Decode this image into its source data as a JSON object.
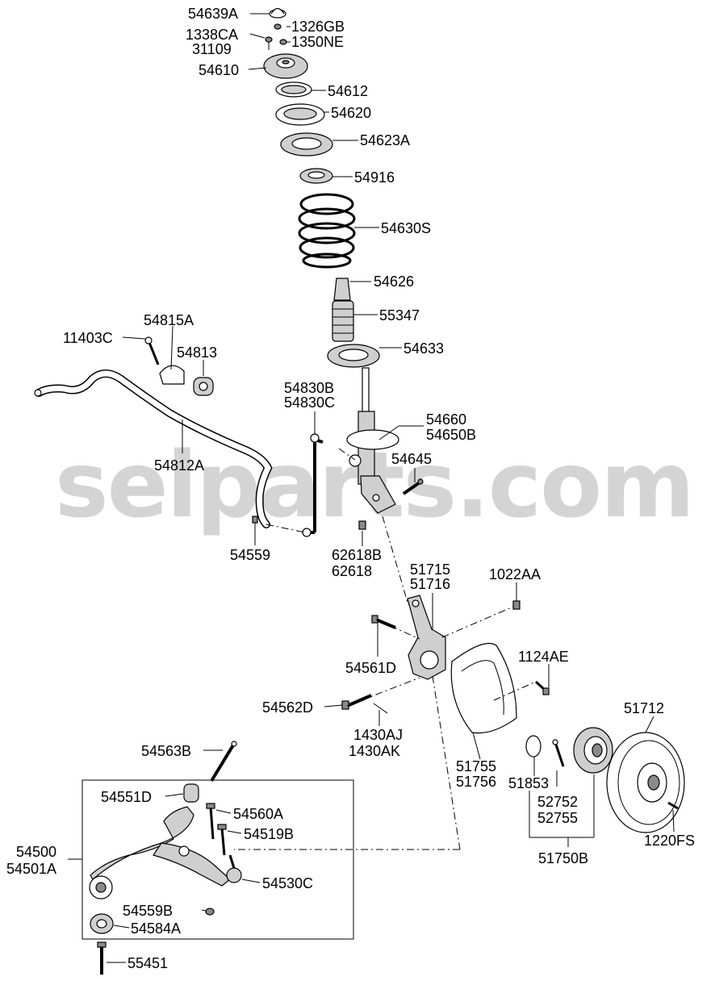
{
  "watermark": "selparts.com",
  "labels": {
    "l54639A": "54639A",
    "l1326GB": "1326GB",
    "l1338CA": "1338CA",
    "l31109": "31109",
    "l1350NE": "1350NE",
    "l54610": "54610",
    "l54612": "54612",
    "l54620": "54620",
    "l54623A": "54623A",
    "l54916": "54916",
    "l54630S": "54630S",
    "l54626": "54626",
    "l55347": "55347",
    "l54633": "54633",
    "l11403C": "11403C",
    "l54815A": "54815A",
    "l54813": "54813",
    "l54830B": "54830B",
    "l54830C": "54830C",
    "l54660": "54660",
    "l54650B": "54650B",
    "l54812A": "54812A",
    "l54645": "54645",
    "l54559": "54559",
    "l62618B": "62618B",
    "l62618": "62618",
    "l51715": "51715",
    "l51716": "51716",
    "l1022AA": "1022AA",
    "l54561D": "54561D",
    "l1124AE": "1124AE",
    "l54562D": "54562D",
    "l51712": "51712",
    "l1430AJ": "1430AJ",
    "l1430AK": "1430AK",
    "l54563B": "54563B",
    "l51755": "51755",
    "l51756": "51756",
    "l51853": "51853",
    "l54551D": "54551D",
    "l52752": "52752",
    "l52755": "52755",
    "l54560A": "54560A",
    "l54519B": "54519B",
    "l1220FS": "1220FS",
    "l54500": "54500",
    "l54501A": "54501A",
    "l51750B": "51750B",
    "l54530C": "54530C",
    "l54559B": "54559B",
    "l54584A": "54584A",
    "l55451": "55451"
  }
}
